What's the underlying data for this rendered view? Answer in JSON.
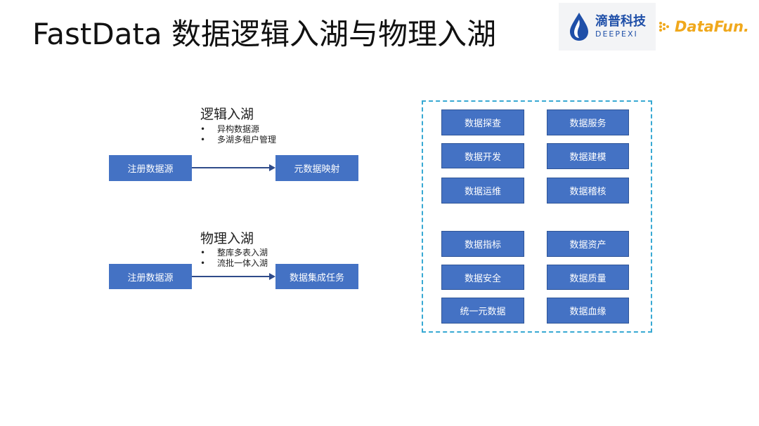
{
  "slide": {
    "title": "FastData 数据逻辑入湖与物理入湖"
  },
  "logos": {
    "deepexi_cn": "滴普科技",
    "deepexi_en": "DEEPEXI",
    "datafun": "DataFun."
  },
  "logical": {
    "title": "逻辑入湖",
    "bullets": [
      "异构数据源",
      "多湖多租户管理"
    ],
    "source_box": "注册数据源",
    "target_box": "元数据映射"
  },
  "physical": {
    "title": "物理入湖",
    "bullets": [
      "整库多表入湖",
      "流批一体入湖"
    ],
    "source_box": "注册数据源",
    "target_box": "数据集成任务"
  },
  "services": {
    "group1_left": [
      "数据探查",
      "数据开发",
      "数据运维"
    ],
    "group1_right": [
      "数据服务",
      "数据建模",
      "数据稽核"
    ],
    "group2_left": [
      "数据指标",
      "数据安全",
      "统一元数据"
    ],
    "group2_right": [
      "数据资产",
      "数据质量",
      "数据血缘"
    ]
  },
  "colors": {
    "box_blue": "#4472c4",
    "dashed_border": "#38a9d3",
    "datafun_orange": "#f0a81c",
    "deepexi_blue": "#1f4fa8"
  }
}
